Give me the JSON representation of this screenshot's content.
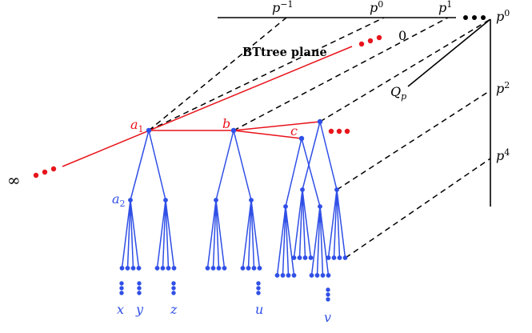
{
  "colors": {
    "black": "#000000",
    "red": "#e8141c",
    "blue": "#2f4fe6"
  },
  "labels": {
    "plane": "BTtree plane",
    "a1": "a",
    "a1_sub": "1",
    "a2": "a",
    "a2_sub": "2",
    "b": "b",
    "c": "c",
    "zero": "0",
    "infinity": "∞",
    "qp": "Q",
    "qp_sub": "p",
    "x": "x",
    "y": "y",
    "z": "z",
    "u": "u",
    "v": "v"
  },
  "top_axis": {
    "p_minus1": "p",
    "p_minus1_sup": "−1",
    "p0": "p",
    "p0_sup": "0",
    "p1": "p",
    "p1_sup": "1"
  },
  "right_axis": {
    "p0": "p",
    "p0_sup": "0",
    "p2": "p",
    "p2_sup": "2",
    "p4": "p",
    "p4_sup": "4"
  }
}
